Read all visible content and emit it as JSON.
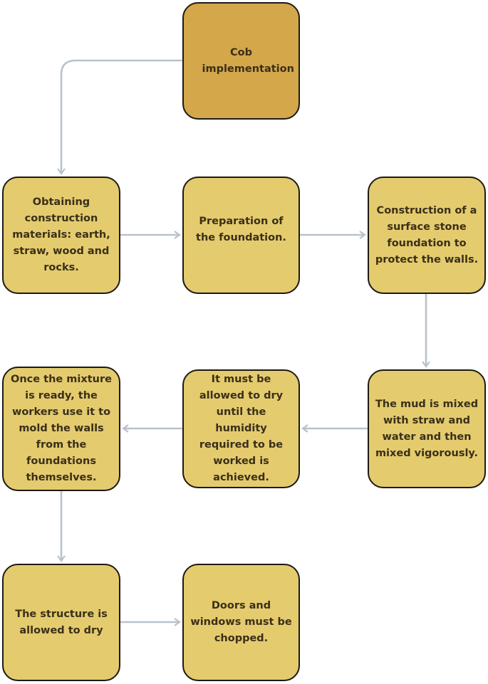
{
  "diagram": {
    "type": "flowchart",
    "colors": {
      "root_fill": "#d3a74a",
      "node_fill": "#e4cb6e",
      "border": "#1c1a14",
      "text": "#3a2f18",
      "connector": "#b9c2cb"
    },
    "nodes": [
      {
        "id": "n0",
        "label": "Cob implementation"
      },
      {
        "id": "n1",
        "label": "Obtaining construction materials: earth, straw, wood and rocks."
      },
      {
        "id": "n2",
        "label": "Preparation of the foundation."
      },
      {
        "id": "n3",
        "label": "Construction of a surface stone foundation to protect the walls."
      },
      {
        "id": "n4",
        "label": "The mud is mixed with straw and water and then mixed vigorously."
      },
      {
        "id": "n5",
        "label": "It must be allowed to dry until the humidity required to be worked is achieved."
      },
      {
        "id": "n6",
        "label": "Once the mixture is ready, the workers use it to mold the walls from the foundations themselves."
      },
      {
        "id": "n7",
        "label": "The structure is allowed to dry"
      },
      {
        "id": "n8",
        "label": "Doors and windows must be chopped."
      }
    ],
    "edges": [
      {
        "from": "n0",
        "to": "n1"
      },
      {
        "from": "n1",
        "to": "n2"
      },
      {
        "from": "n2",
        "to": "n3"
      },
      {
        "from": "n3",
        "to": "n4"
      },
      {
        "from": "n4",
        "to": "n5"
      },
      {
        "from": "n5",
        "to": "n6"
      },
      {
        "from": "n6",
        "to": "n7"
      },
      {
        "from": "n7",
        "to": "n8"
      }
    ]
  }
}
